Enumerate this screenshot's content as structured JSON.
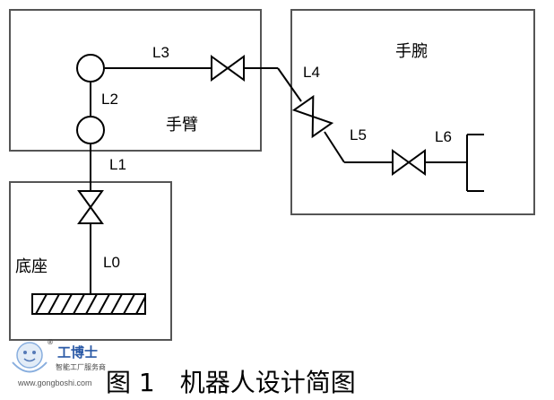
{
  "regions": {
    "arm": "手臂",
    "wrist": "手腕",
    "base": "底座"
  },
  "links": {
    "l0": "L0",
    "l1": "L1",
    "l2": "L2",
    "l3": "L3",
    "l4": "L4",
    "l5": "L5",
    "l6": "L6"
  },
  "caption": "图 1　机器人设计简图",
  "watermark": {
    "brand": "工博士",
    "tagline": "智能工厂服务商",
    "url": "www.gongboshi.com",
    "registered": "®"
  },
  "colors": {
    "line": "#000000",
    "hatch": "#000000",
    "box_border": "#555555",
    "brand_blue": "#2b5aa6"
  }
}
